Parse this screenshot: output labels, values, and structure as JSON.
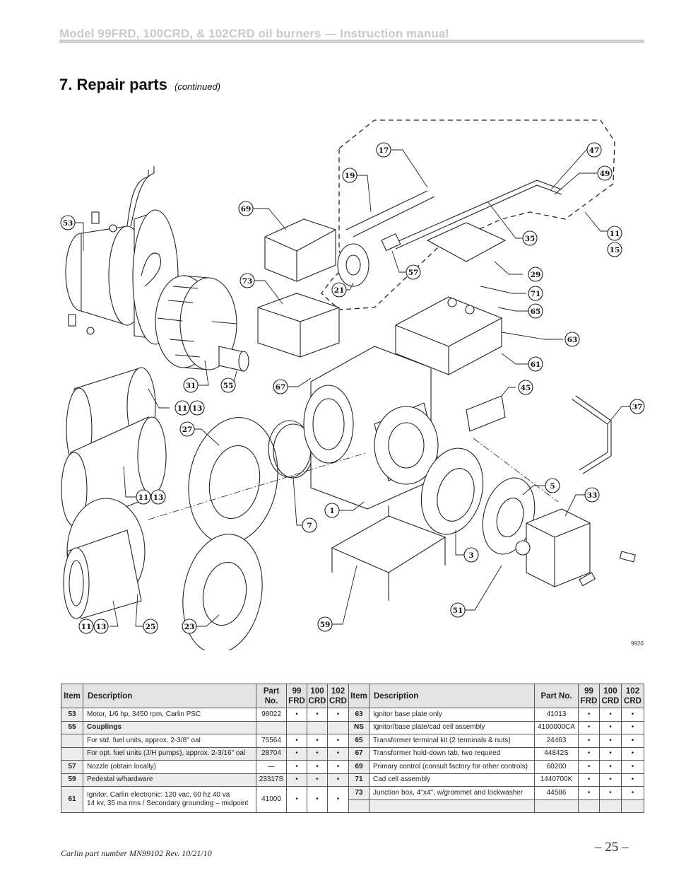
{
  "header": {
    "running_title": "Model 99FRD, 100CRD, & 102CRD oil burners — Instruction manual",
    "section_number": "7.",
    "section_title": "Repair parts",
    "section_continued": "(continued)"
  },
  "diagram": {
    "figure_code": "9920",
    "callouts": [
      "53",
      "69",
      "17",
      "19",
      "47",
      "49",
      "11",
      "15",
      "35",
      "57",
      "29",
      "21",
      "71",
      "73",
      "65",
      "63",
      "61",
      "31",
      "55",
      "67",
      "45",
      "37",
      "11",
      "13",
      "27",
      "5",
      "33",
      "11",
      "13",
      "1",
      "7",
      "3",
      "51",
      "59",
      "11",
      "13",
      "25",
      "23"
    ]
  },
  "table": {
    "headers": {
      "item": "Item",
      "description": "Description",
      "part_no_1": "Part",
      "part_no_2": "No.",
      "part_no_right": "Part No.",
      "m99_1": "99",
      "m99_2": "FRD",
      "m100_1": "100",
      "m100_2": "CRD",
      "m102_1": "102",
      "m102_2": "CRD"
    },
    "left_rows": [
      {
        "item": "53",
        "desc": "Motor, 1/6 hp, 3450 rpm, Carlin PSC",
        "part": "98022",
        "a": "•",
        "b": "•",
        "c": "•"
      },
      {
        "item": "55",
        "desc": "Couplings",
        "part": "",
        "a": "",
        "b": "",
        "c": ""
      },
      {
        "item": "",
        "desc": "For std. fuel units, approx. 2-3/8\" oal",
        "part": "75564",
        "a": "•",
        "b": "•",
        "c": "•"
      },
      {
        "item": "",
        "desc": "For opt. fuel units (J/H pumps), approx. 2-3/16\" oal",
        "part": "28704",
        "a": "•",
        "b": "•",
        "c": "•"
      },
      {
        "item": "57",
        "desc": "Nozzle (obtain locally)",
        "part": "—",
        "a": "•",
        "b": "•",
        "c": "•"
      },
      {
        "item": "59",
        "desc": "Pedestal w/hardware",
        "part": "23317S",
        "a": "•",
        "b": "•",
        "c": "•"
      },
      {
        "item": "61",
        "desc": "Ignitor, Carlin electronic: 120 vac, 60 hz 40 va",
        "desc2": "14 kv, 35 ma rms  /  Secondary grounding – midpoint",
        "part": "41000",
        "a": "•",
        "b": "•",
        "c": "•"
      }
    ],
    "right_rows": [
      {
        "item": "63",
        "desc": "Ignitor base plate only",
        "part": "41013",
        "a": "•",
        "b": "•",
        "c": "•"
      },
      {
        "item": "NS",
        "desc": "Ignitor/base plate/cad cell assembly",
        "part": "4100000CA",
        "a": "•",
        "b": "•",
        "c": "•"
      },
      {
        "item": "65",
        "desc": "Transformer terminal kit (2 terminals & nuts)",
        "part": "24463",
        "a": "•",
        "b": "•",
        "c": "•"
      },
      {
        "item": "67",
        "desc": "Transformer hold-down tab, two required",
        "part": "44842S",
        "a": "•",
        "b": "•",
        "c": "•"
      },
      {
        "item": "69",
        "desc": "Primary control (consult factory for other controls)",
        "part": "60200",
        "a": "•",
        "b": "•",
        "c": "•"
      },
      {
        "item": "71",
        "desc": "Cad cell assembly",
        "part": "1440700K",
        "a": "•",
        "b": "•",
        "c": "•"
      },
      {
        "item": "73",
        "desc": "Junction box, 4\"x4\", w/grommet and lockwasher",
        "part": "44586",
        "a": "•",
        "b": "•",
        "c": "•"
      }
    ]
  },
  "footer": {
    "part_number": "Carlin part number MN99102 Rev. 10/21/10",
    "page_number": "– 25 –"
  }
}
